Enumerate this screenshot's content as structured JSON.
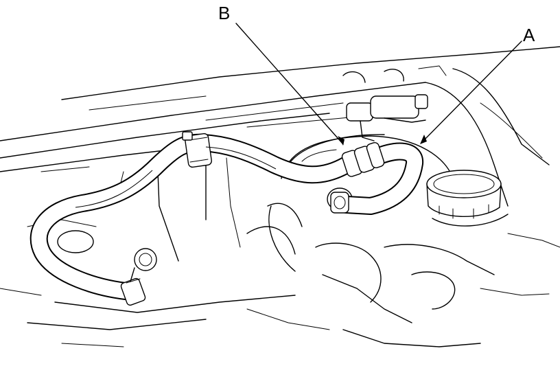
{
  "figure": {
    "callouts": [
      {
        "id": "b",
        "label": "B"
      },
      {
        "id": "a",
        "label": "A"
      }
    ],
    "colors": {
      "line": "#000000",
      "background": "#ffffff"
    }
  }
}
